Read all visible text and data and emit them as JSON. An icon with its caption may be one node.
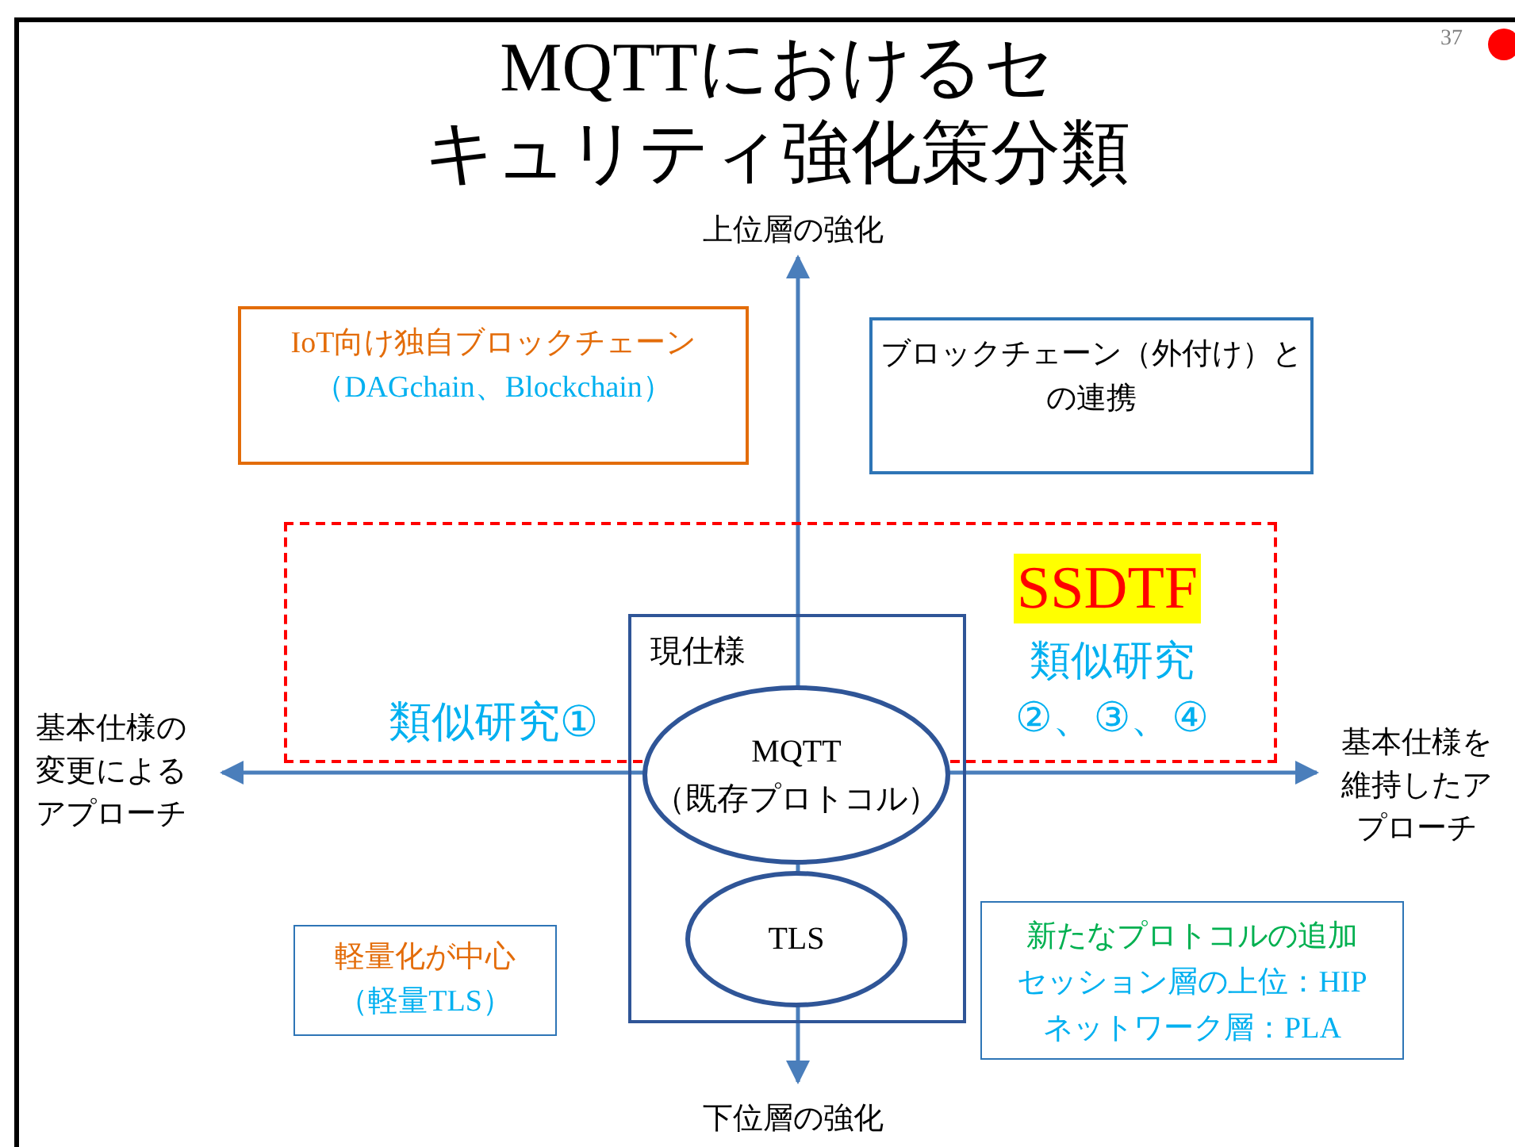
{
  "diagram": {
    "title": "MQTTにおけるセキュリティ強化策分類",
    "nodes": [
      {
        "text": [
          "IoT向け独自ブロックチェーン",
          "（DAGchain、Blockchain）"
        ]
      },
      {
        "text": [
          "ブロックチェーン（外付け）との連携"
        ]
      },
      {
        "text": [
          "SSDTF",
          "類似研究①",
          "類似研究②、③、④"
        ]
      },
      {
        "text": [
          "現仕様"
        ]
      },
      {
        "text": [
          "MQTT",
          "（既存プロトコル）"
        ],
        "in": 3
      },
      {
        "text": [
          "TLS"
        ],
        "in": 3
      },
      {
        "text": [
          "軽量化が中心",
          "（軽量TLS）"
        ]
      },
      {
        "text": [
          "新たなプロトコルの追加",
          "セッション層の上位：HIP",
          "ネットワーク層：PLA"
        ]
      }
    ],
    "labels": [
      "37",
      "上位層の強化",
      "基本仕様の変更によるアプローチ",
      "基本仕様を維持したアプローチ",
      "下位層の強化"
    ]
  }
}
